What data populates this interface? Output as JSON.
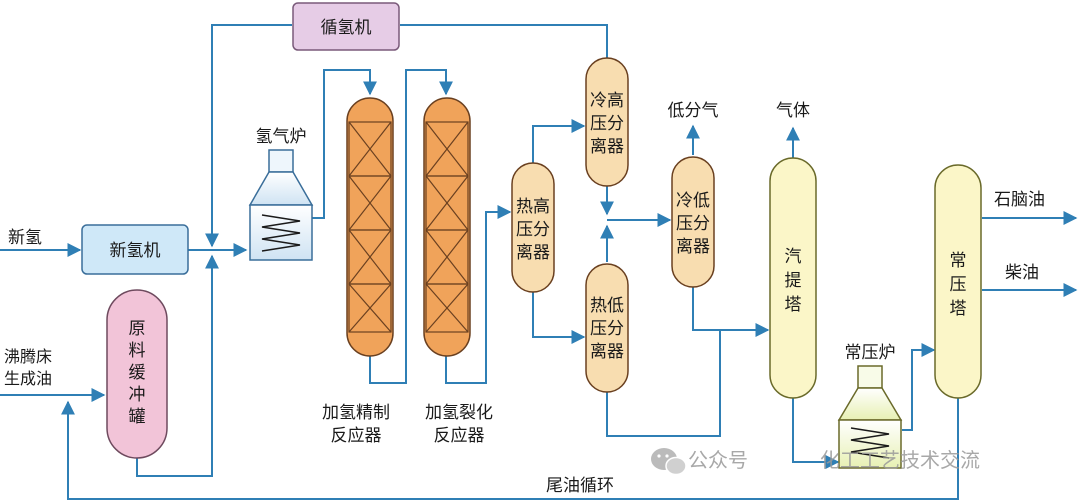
{
  "labels": {
    "xin_qing_in": "新氢",
    "xin_qing_ji": "新氢机",
    "xun_qing_ji": "循氢机",
    "qing_qi_lu": "氢气炉",
    "feed_line1": "沸腾床",
    "feed_line2": "生成油",
    "buffer_tank": [
      "原",
      "料",
      "缓",
      "冲",
      "罐"
    ],
    "reactor1_line1": "加氢精制",
    "reactor1_line2": "反应器",
    "reactor2_line1": "加氢裂化",
    "reactor2_line2": "反应器",
    "hot_hp_sep": [
      "热高",
      "压分",
      "离器"
    ],
    "cold_hp_sep": [
      "冷高",
      "压分",
      "离器"
    ],
    "hot_lp_sep": [
      "热低",
      "压分",
      "离器"
    ],
    "cold_lp_sep": [
      "冷低",
      "压分",
      "离器"
    ],
    "low_gas": "低分气",
    "gas": "气体",
    "stripper": [
      "汽",
      "提",
      "塔"
    ],
    "atm_furnace": "常压炉",
    "atm_tower": [
      "常",
      "压",
      "塔"
    ],
    "naphtha": "石脑油",
    "diesel": "柴油",
    "tail_oil": "尾油循环"
  },
  "watermark": {
    "prefix": "公众号",
    "name": "化工工艺技术交流"
  },
  "colors": {
    "flow_line": "#2f7fb5",
    "compressor_fill": "#e6cce6",
    "xin_qing_ji_fill": "#cfe8f8",
    "reactor_fill": "#f0a35a",
    "separator_fill": "#f8ddb0",
    "column_fill": "#fbf6c8",
    "buffer_fill": "#f2c4d8"
  }
}
